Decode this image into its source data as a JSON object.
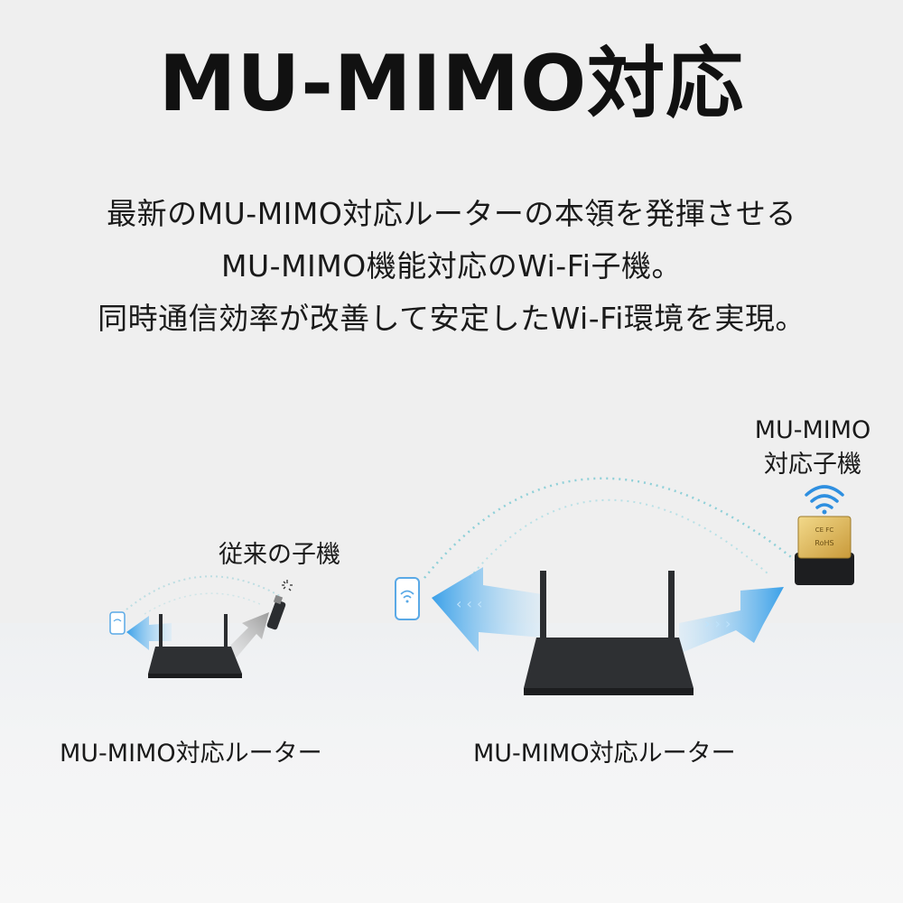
{
  "title": "MU-MIMO対応",
  "subtitle": {
    "line1": "最新のMU-MIMO対応ルーターの本領を発揮させる",
    "line2": "MU-MIMO機能対応のWi-Fi子機。",
    "line3": "同時通信効率が改善して安定したWi-Fi環境を実現。"
  },
  "labels": {
    "legacy_client": "従来の子機",
    "mimo_client_line1": "MU-MIMO",
    "mimo_client_line2": "対応子機",
    "router_left": "MU-MIMO対応ルーター",
    "router_right": "MU-MIMO対応ルーター"
  },
  "colors": {
    "background": "#efefef",
    "arrow_blue": "#3aa0e8",
    "router_body": "#2b2d30",
    "arc_dots": "#8fd0d8",
    "wifi_blue": "#2e8fe0",
    "adapter_gold": "#d9b45a"
  },
  "icons": [
    "router-icon",
    "phone-icon",
    "usb-adapter-icon",
    "wifi-icon",
    "loading-icon"
  ]
}
